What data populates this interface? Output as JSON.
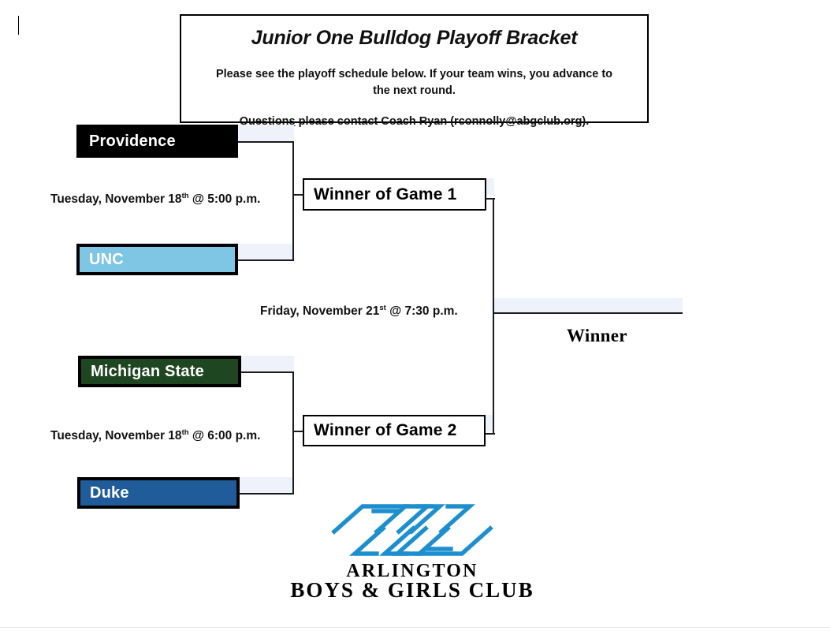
{
  "header": {
    "title": "Junior One Bulldog Playoff Bracket",
    "subtitle": "Please see the playoff schedule below. If your team wins, you advance to the next round.",
    "contact_link": "Questions",
    "contact_text": " please contact Coach Ryan (rconnolly@abgclub.org)."
  },
  "bracket": {
    "round1": [
      {
        "game": "Game 1",
        "schedule_day": "Tuesday, November 18",
        "schedule_suffix": "th",
        "schedule_time": " @ 5:00 p.m.",
        "teams": [
          {
            "name": "Providence",
            "color": "#000000"
          },
          {
            "name": "UNC",
            "color": "#7fc6e4"
          }
        ],
        "advance_label": "Winner of Game 1"
      },
      {
        "game": "Game 2",
        "schedule_day": "Tuesday, November 18",
        "schedule_suffix": "th",
        "schedule_time": " @ 6:00 p.m.",
        "teams": [
          {
            "name": "Michigan State",
            "color": "#1e4620"
          },
          {
            "name": "Duke",
            "color": "#1f5c99"
          }
        ],
        "advance_label": "Winner of Game 2"
      }
    ],
    "final": {
      "schedule_day": "Friday, November 21",
      "schedule_suffix": "st",
      "schedule_time": " @ 7:30 p.m.",
      "winner_label": "Winner"
    }
  },
  "logo": {
    "line1": "ARLINGTON",
    "line2": "BOYS & GIRLS CLUB",
    "mark_color": "#1e8fce"
  }
}
